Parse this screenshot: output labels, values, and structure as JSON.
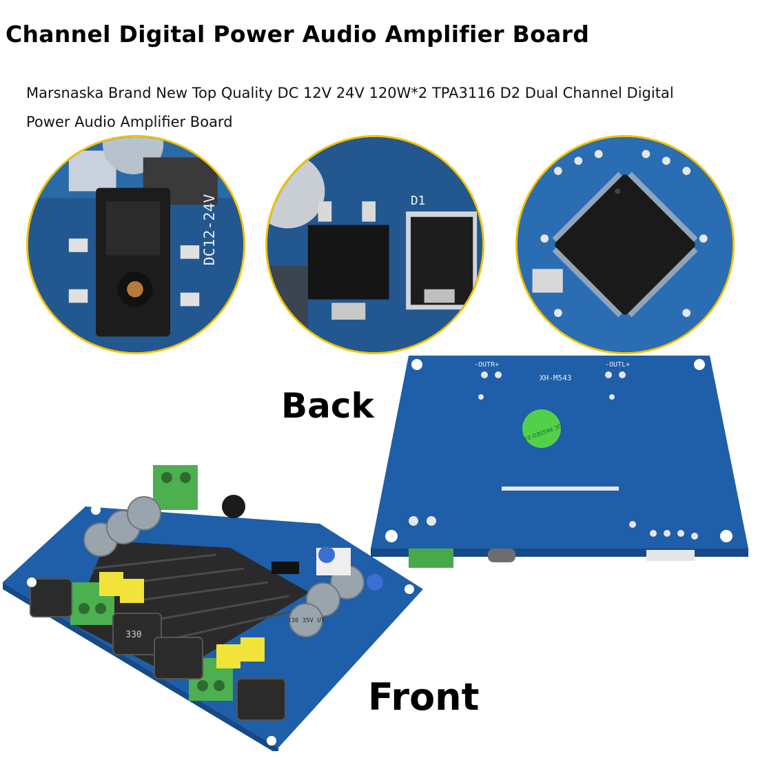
{
  "header": {
    "title": "Channel Digital Power Audio Amplifier Board",
    "subtitle": "Marsnaska Brand New Top Quality DC 12V 24V 120W*2 TPA3116 D2 Dual Channel Digital Power Audio Amplifier Board"
  },
  "zoom_details": {
    "power_jack": {
      "silkscreen": "DC12-24V"
    },
    "mosfet": {
      "silkscreen": "D1"
    },
    "chip": {
      "silkscreen": ""
    }
  },
  "back_view": {
    "label": "Back",
    "silkscreen_outr": "-OUTR+",
    "silkscreen_outl": "-OUTL+",
    "model": "XH-M543",
    "qc_sticker": "QC PASSED 01"
  },
  "front_view": {
    "label": "Front",
    "inductor_marking": "330",
    "capacitor_marking": "330 35V UT"
  },
  "colors": {
    "pcb_blue": "#1f5ea8",
    "lens_ring": "#f2c200",
    "terminal_green": "#4caf50",
    "heatsink": "#2a2a2a"
  }
}
